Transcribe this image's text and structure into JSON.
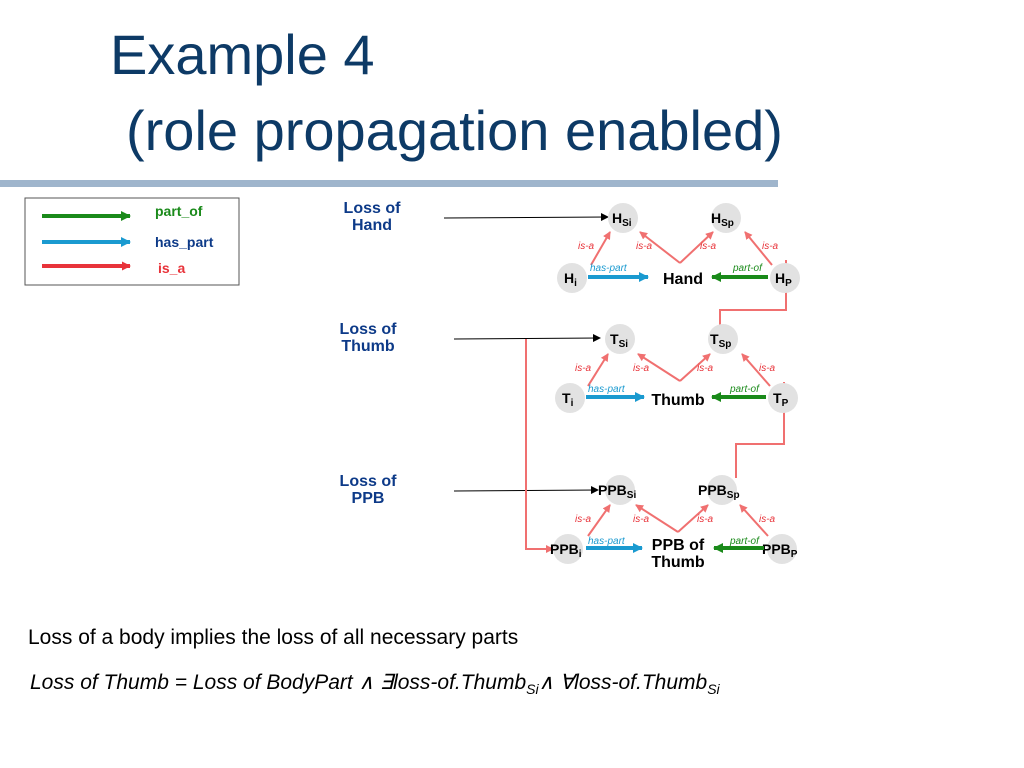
{
  "title": {
    "line1": "Example 4",
    "line2": "(role propagation enabled)"
  },
  "legend": [
    {
      "label": "part_of",
      "color": "#1a8a1a"
    },
    {
      "label": "has_part",
      "color": "#1a9ad0"
    },
    {
      "label": "is_a",
      "color": "#e8333a"
    }
  ],
  "losses": [
    {
      "line1": "Loss of",
      "line2": "Hand"
    },
    {
      "line1": "Loss of",
      "line2": "Thumb"
    },
    {
      "line1": "Loss of",
      "line2": "PPB"
    }
  ],
  "groups": [
    {
      "si": {
        "base": "H",
        "sub": "Si"
      },
      "sp": {
        "base": "H",
        "sub": "Sp"
      },
      "i": {
        "base": "H",
        "sub": "i"
      },
      "p": {
        "base": "H",
        "sub": "P"
      },
      "center": "Hand",
      "has_part": "has-part",
      "part_of": "part-of",
      "isa": [
        "is-a",
        "is-a",
        "is-a",
        "is-a"
      ]
    },
    {
      "si": {
        "base": "T",
        "sub": "Si"
      },
      "sp": {
        "base": "T",
        "sub": "Sp"
      },
      "i": {
        "base": "T",
        "sub": "i"
      },
      "p": {
        "base": "T",
        "sub": "P"
      },
      "center": "Thumb",
      "has_part": "has-part",
      "part_of": "part-of",
      "isa": [
        "is-a",
        "is-a",
        "is-a",
        "is-a"
      ]
    },
    {
      "si": {
        "base": "PPB",
        "sub": "Si"
      },
      "sp": {
        "base": "PPB",
        "sub": "Sp"
      },
      "i": {
        "base": "PPB",
        "sub": "i"
      },
      "p": {
        "base": "PPB",
        "sub": "P"
      },
      "center_line1": "PPB of",
      "center_line2": "Thumb",
      "has_part": "has-part",
      "part_of": "part-of",
      "isa": [
        "is-a",
        "is-a",
        "is-a",
        "is-a"
      ]
    }
  ],
  "text": {
    "line1": "Loss of a body implies the loss of all necessary parts",
    "line2_a": "Loss of Thumb = Loss of BodyPart ",
    "and1": "∧",
    "exists": " ∃",
    "line2_b": "loss-of.Thumb",
    "sub1": "Si",
    "and2": "∧",
    "forall": " ∀",
    "line2_c": "loss-of.Thumb",
    "sub2": "Si"
  }
}
